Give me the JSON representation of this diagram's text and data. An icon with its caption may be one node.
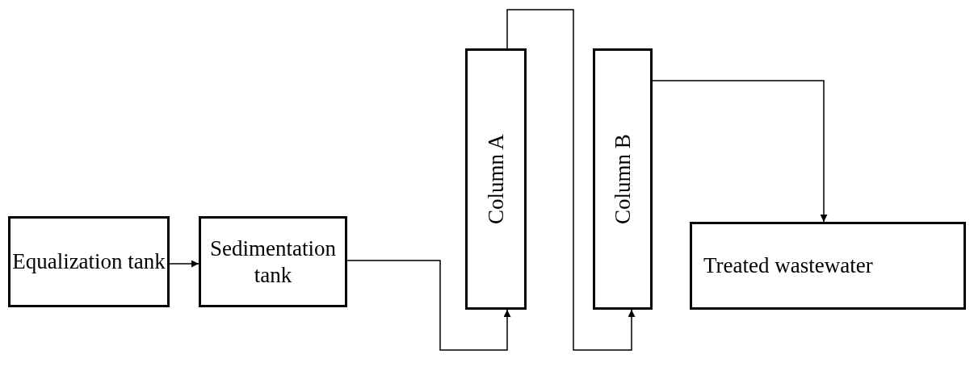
{
  "diagram": {
    "nodes": [
      {
        "text": [
          "Equalization tank"
        ]
      },
      {
        "text": [
          "Sedimentation tank"
        ]
      },
      {
        "text": [
          "Column A"
        ]
      },
      {
        "text": [
          "Column B"
        ]
      },
      {
        "text": [
          "Treated wastewater"
        ]
      }
    ],
    "edges": [
      {
        "from": 0,
        "to": 1,
        "arrow": "to"
      },
      {
        "from": 1,
        "to": 2,
        "arrow": "to"
      },
      {
        "from": 2,
        "to": 3,
        "arrow": "to"
      },
      {
        "from": 3,
        "to": 4,
        "arrow": "to"
      }
    ]
  }
}
